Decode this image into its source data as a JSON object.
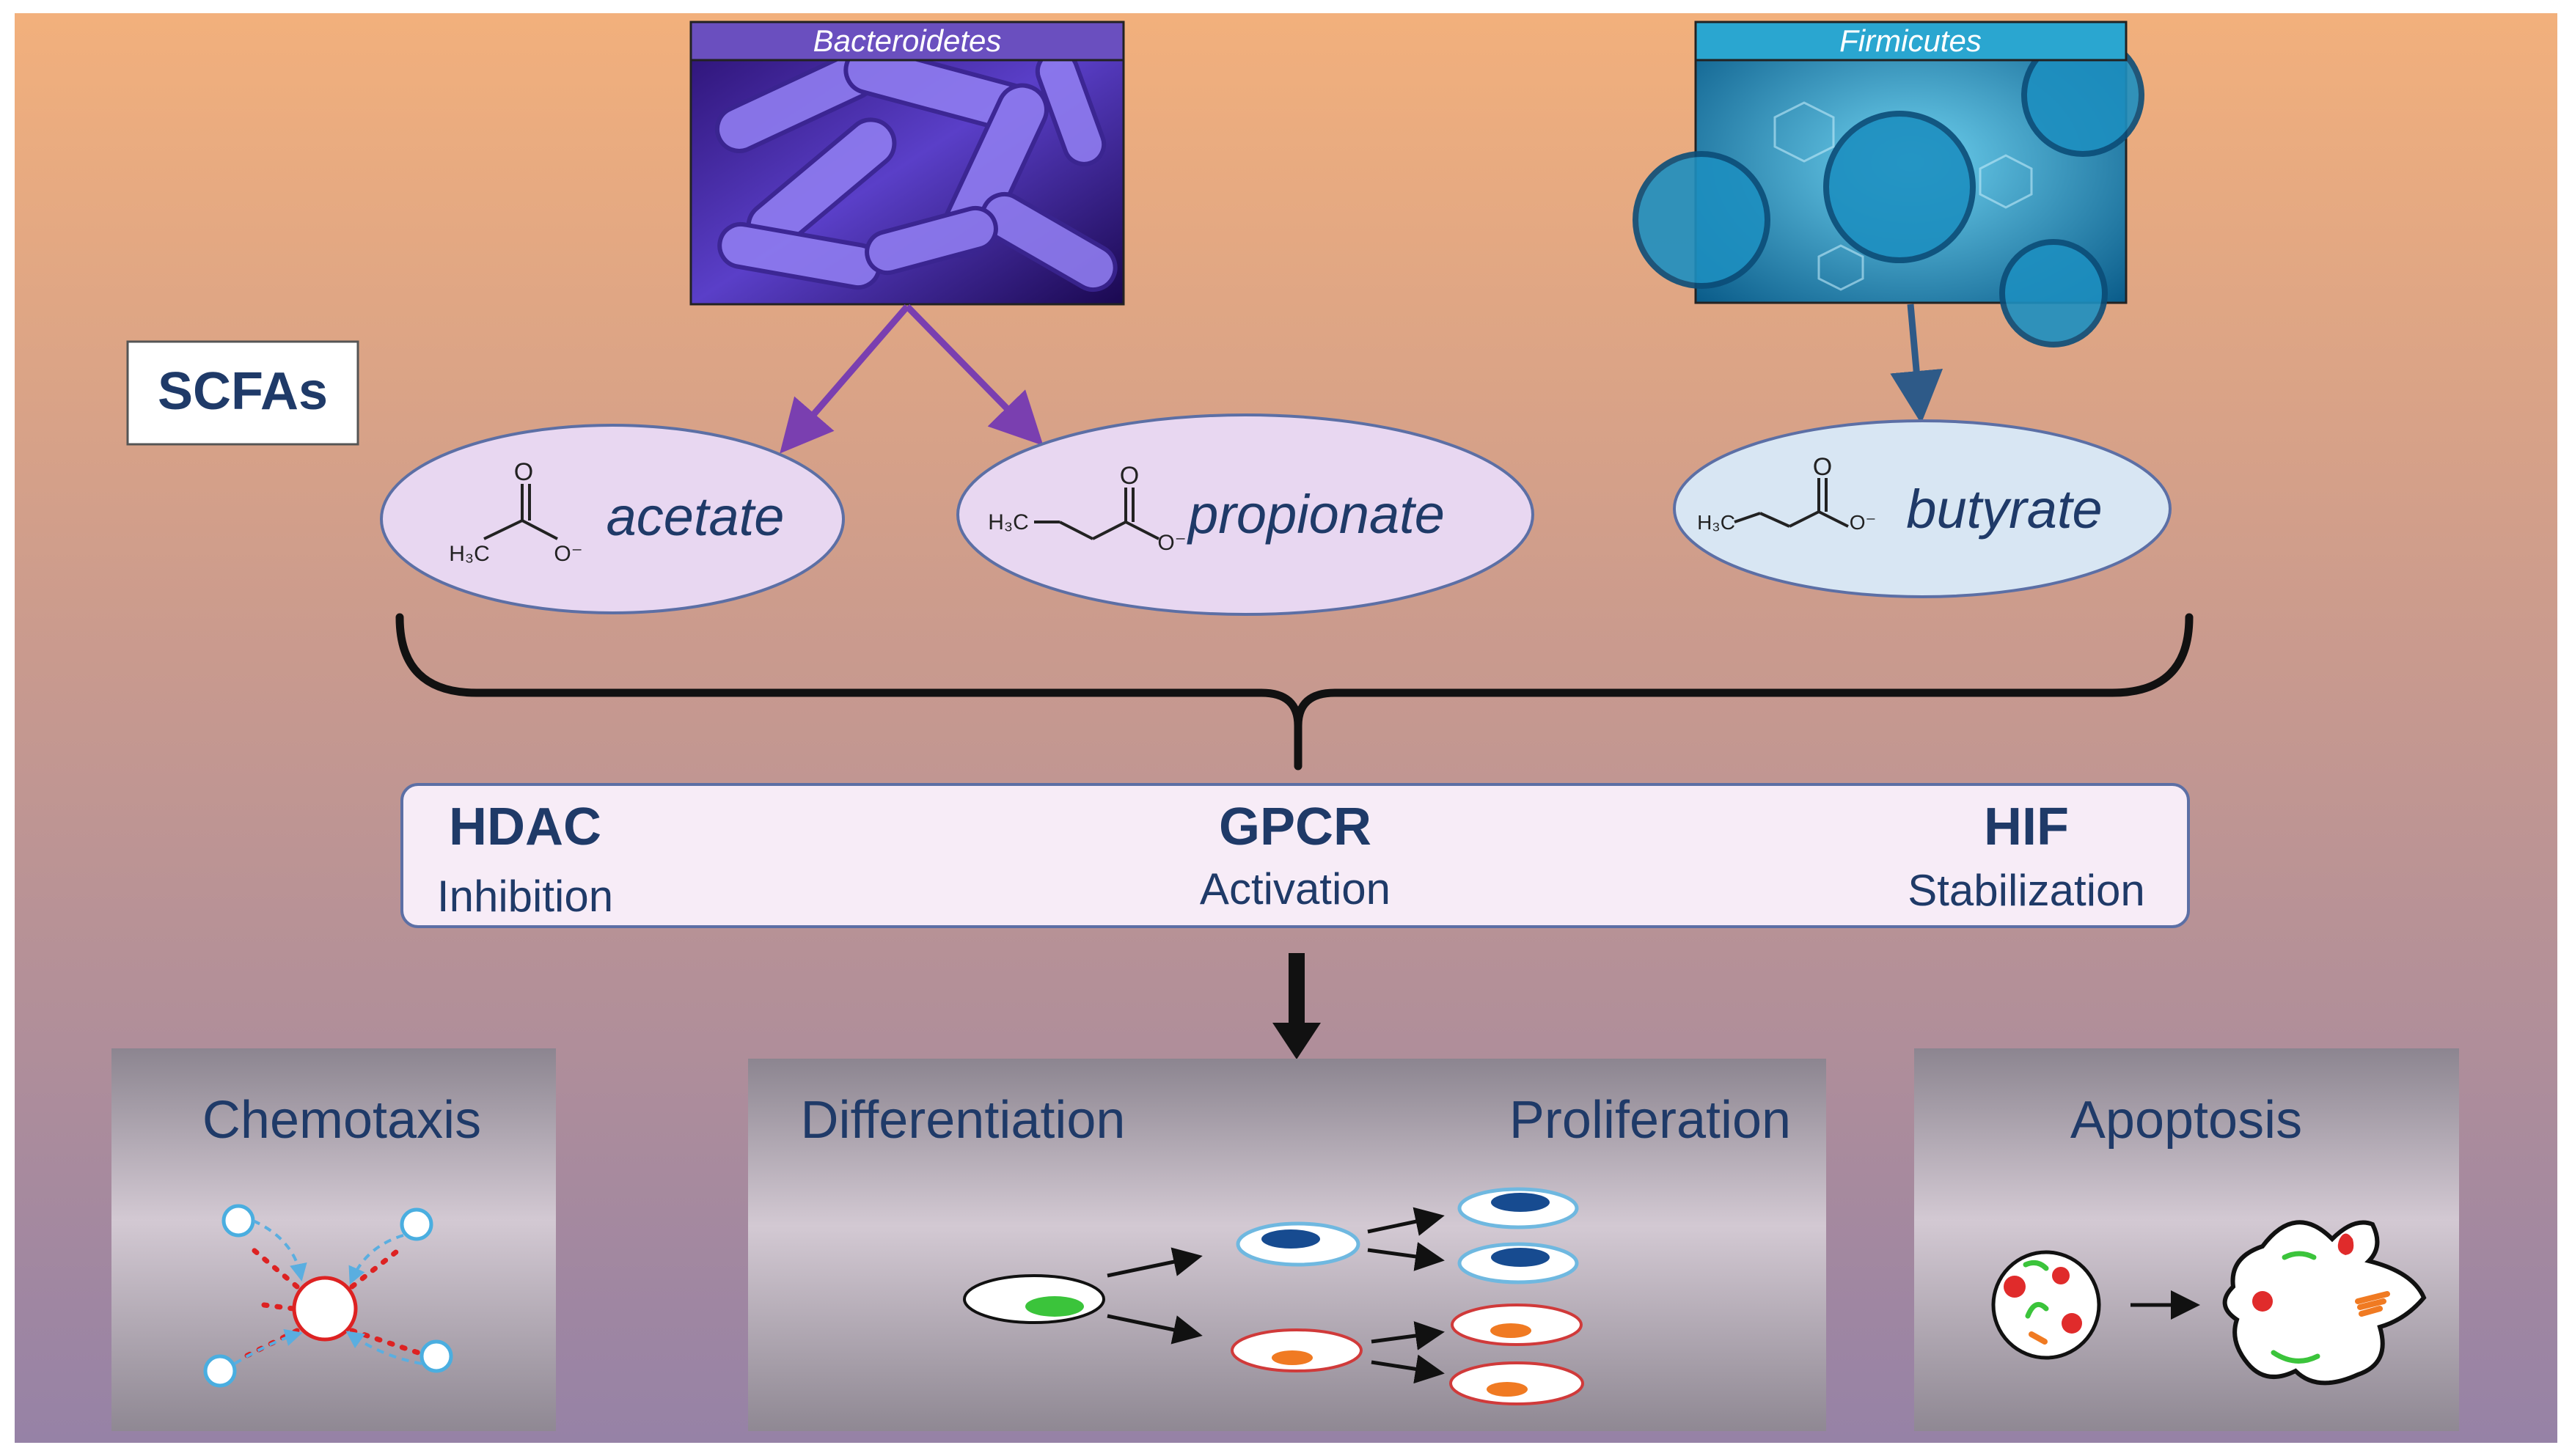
{
  "sources": {
    "bacteroidetes": "Bacteroidetes",
    "firmicutes": "Firmicutes"
  },
  "scfa_label": "SCFAs",
  "molecules": {
    "acetate": {
      "name": "acetate",
      "o_top": "O",
      "h3c": "H₃C",
      "o_minus": "O⁻"
    },
    "propionate": {
      "name": "propionate",
      "o_top": "O",
      "h3c": "H₃C",
      "o_minus": "O⁻"
    },
    "butyrate": {
      "name": "butyrate",
      "o_top": "O",
      "h3c": "H₃C",
      "o_minus": "O⁻"
    }
  },
  "mechanisms": {
    "hdac": {
      "title": "HDAC",
      "sub": "Inhibition"
    },
    "gpcr": {
      "title": "GPCR",
      "sub": "Activation"
    },
    "hif": {
      "title": "HIF",
      "sub": "Stabilization"
    }
  },
  "effects": {
    "chemotaxis": "Chemotaxis",
    "differentiation": "Differentiation",
    "proliferation": "Proliferation",
    "apoptosis": "Apoptosis"
  },
  "colors": {
    "bg_top": "#f0b07e",
    "bg_bottom": "#9a83a6",
    "bacteroidetes_header": "#6a4fbf",
    "firmicutes_header": "#2aa6d0",
    "purple_arrow": "#7a3fb0",
    "blue_arrow": "#2e5a88",
    "acetate_fill": "#e8d7f1",
    "butyrate_fill": "#d8e6f3",
    "mech_box_fill": "#f7ecf7",
    "text_navy": "#1f3a68",
    "panel_gray": "#8e8a92"
  }
}
